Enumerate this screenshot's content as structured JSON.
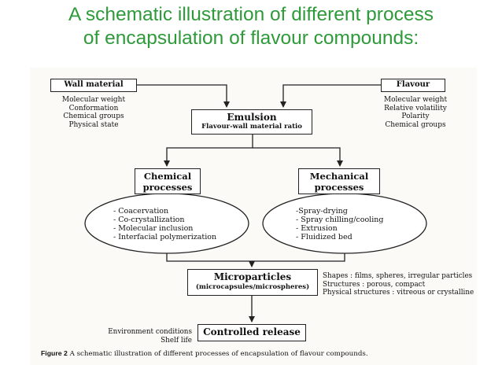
{
  "slide": {
    "title_line1": "A schematic illustration of different process",
    "title_line2": "of encapsulation of flavour compounds:"
  },
  "figure": {
    "wall_material": {
      "title": "Wall material",
      "properties": [
        "Molecular weight",
        "Conformation",
        "Chemical groups",
        "Physical state"
      ]
    },
    "flavour": {
      "title": "Flavour",
      "properties": [
        "Molecular weight",
        "Relative volatility",
        "Polarity",
        "Chemical groups"
      ]
    },
    "emulsion": {
      "title": "Emulsion",
      "subtitle": "Flavour-wall material ratio"
    },
    "chemical": {
      "title_line1": "Chemical",
      "title_line2": "processes",
      "items": [
        "- Coacervation",
        "- Co-crystallization",
        "- Molecular inclusion",
        "- Interfacial polymerization"
      ]
    },
    "mechanical": {
      "title_line1": "Mechanical",
      "title_line2": "processes",
      "items": [
        "-Spray-drying",
        "- Spray chilling/cooling",
        "- Extrusion",
        "- Fluidized bed"
      ]
    },
    "microparticles": {
      "title": "Microparticles",
      "subtitle": "(microcapsules/microspheres)",
      "properties": [
        "Shapes : films, spheres, irregular particles",
        "Structures : porous, compact",
        "Physical structures : vitreous or crystalline"
      ]
    },
    "release": {
      "title": "Controlled release",
      "factors": [
        "Environment conditions",
        "Shelf life"
      ]
    },
    "caption": {
      "label": "Figure 2",
      "text": "A schematic illustration of different processes of encapsulation of flavour compounds."
    }
  }
}
